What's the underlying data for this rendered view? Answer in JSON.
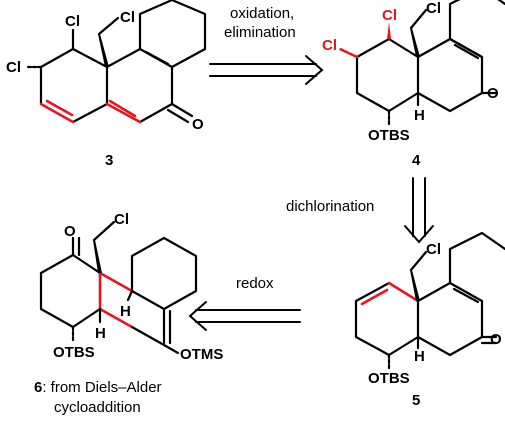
{
  "arrows": {
    "ox_label_1": "oxidation,",
    "ox_label_2": "elimination",
    "dichlor_label": "dichlorination",
    "redox_label": "redox"
  },
  "compound3": {
    "number": "3",
    "cl_a": "Cl",
    "cl_b": "Cl",
    "cl_c": "Cl",
    "oxygen": "O"
  },
  "compound4": {
    "number": "4",
    "cl_a": "Cl",
    "cl_b": "Cl",
    "cl_c": "Cl",
    "oxygen": "O",
    "hydrogen": "H",
    "otbs": "OTBS"
  },
  "compound5": {
    "number": "5",
    "cl_c": "Cl",
    "oxygen": "O",
    "hydrogen": "H",
    "otbs": "OTBS"
  },
  "compound6": {
    "number": "6",
    "caption_1": ": from Diels–Alder",
    "caption_2": "cycloaddition",
    "oxygen": "O",
    "cl_c": "Cl",
    "hydrogen_1": "H",
    "hydrogen_2": "H",
    "otms": "OTMS",
    "otbs": "OTBS"
  },
  "colors": {
    "highlight": "#e8141f",
    "ink": "#000000"
  }
}
